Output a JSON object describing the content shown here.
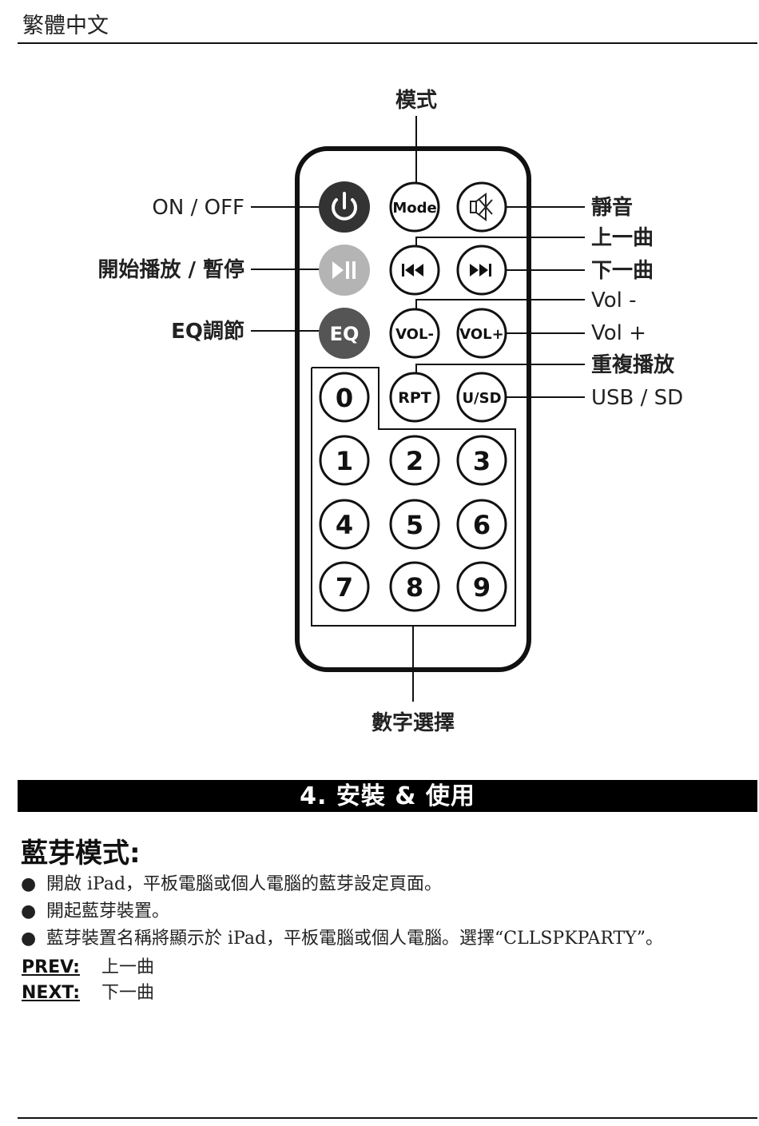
{
  "header": {
    "language": "繁體中文"
  },
  "remote": {
    "labels": {
      "mode": "模式",
      "power": "ON / OFF",
      "play_pause": "開始播放 / 暫停",
      "eq": "EQ調節",
      "mute": "靜音",
      "prev": "上一曲",
      "next": "下一曲",
      "vol_down": "Vol -",
      "vol_up": "Vol +",
      "repeat": "重複播放",
      "usb_sd": "USB / SD",
      "digits": "數字選擇"
    },
    "buttons": {
      "mode": "Mode",
      "eq": "EQ",
      "vol_down": "VOL-",
      "vol_up": "VOL+",
      "rpt": "RPT",
      "usd": "U/SD",
      "digits": [
        "0",
        "1",
        "2",
        "3",
        "4",
        "5",
        "6",
        "7",
        "8",
        "9"
      ]
    }
  },
  "section": {
    "title": "4.  安裝 & 使用"
  },
  "bluetooth": {
    "title": "藍芽模式:",
    "bullets": [
      "開啟 iPad，平板電腦或個人電腦的藍芽設定頁面。",
      "開起藍芽裝置。",
      "藍芽裝置名稱將顯示於 iPad，平板電腦或個人電腦。選擇“CLLSPKPARTY”。"
    ],
    "prev": {
      "key": "PREV:",
      "value": "上一曲"
    },
    "next": {
      "key": "NEXT:",
      "value": "下一曲"
    }
  }
}
